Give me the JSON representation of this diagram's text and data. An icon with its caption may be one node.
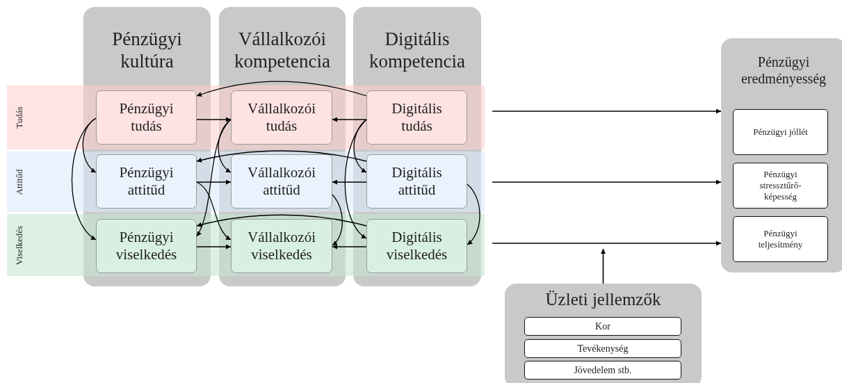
{
  "diagram": {
    "nodes": [
      {
        "text": [
          "Pénzügyi kultúra"
        ]
      },
      {
        "text": [
          "Vállalkozói kompetencia"
        ]
      },
      {
        "text": [
          "Digitális kompetencia"
        ]
      },
      {
        "text": [
          "Pénzügyi eredményesség"
        ]
      },
      {
        "text": [
          "Tudás"
        ]
      },
      {
        "text": [
          "Pénzügyi tudás"
        ],
        "in": 0
      },
      {
        "text": [
          "Vállalkozói tudás"
        ],
        "in": 1
      },
      {
        "text": [
          "Digitális tudás"
        ],
        "in": 2
      },
      {
        "text": [
          "Pénzügyi jóllét"
        ],
        "in": 3
      },
      {
        "text": [
          "Attitűd"
        ]
      },
      {
        "text": [
          "Pénzügyi attitűd"
        ],
        "in": 0
      },
      {
        "text": [
          "Vállalkozói attitűd"
        ],
        "in": 1
      },
      {
        "text": [
          "Digitális attitűd"
        ],
        "in": 2
      },
      {
        "text": [
          "Pénzügyi stressztűrő-képesség"
        ],
        "in": 3
      },
      {
        "text": [
          "Viselkedés"
        ]
      },
      {
        "text": [
          "Pénzügyi viselkedés"
        ],
        "in": 0
      },
      {
        "text": [
          "Vállalkozói viselkedés"
        ],
        "in": 1
      },
      {
        "text": [
          "Digitális viselkedés"
        ],
        "in": 2
      },
      {
        "text": [
          "Pénzügyi teljesítmény"
        ],
        "in": 3
      },
      {
        "text": [
          "Üzleti jellemzők"
        ]
      },
      {
        "text": [
          "Kor"
        ],
        "in": 19
      },
      {
        "text": [
          "Tevékenység"
        ],
        "in": 19
      },
      {
        "text": [
          "Jövedelem stb."
        ],
        "in": 19
      }
    ],
    "edges": [
      {
        "from": 7,
        "to": 5,
        "arrow": "to"
      },
      {
        "from": 5,
        "to": 6,
        "arrow": "to"
      },
      {
        "from": 7,
        "to": 6,
        "arrow": "to"
      },
      {
        "from": 5,
        "to": 10,
        "arrow": "to"
      },
      {
        "from": 5,
        "to": 15,
        "arrow": "to"
      },
      {
        "from": 6,
        "to": 11,
        "arrow": "to"
      },
      {
        "from": 6,
        "to": 15,
        "arrow": "to"
      },
      {
        "from": 7,
        "to": 12,
        "arrow": "to"
      },
      {
        "from": 7,
        "to": 17,
        "arrow": "to"
      },
      {
        "from": 12,
        "to": 10,
        "arrow": "to"
      },
      {
        "from": 10,
        "to": 11,
        "arrow": "to"
      },
      {
        "from": 12,
        "to": 11,
        "arrow": "to"
      },
      {
        "from": 10,
        "to": 16,
        "arrow": "to"
      },
      {
        "from": 11,
        "to": 16,
        "arrow": "to"
      },
      {
        "from": 17,
        "to": 15,
        "arrow": "to"
      },
      {
        "from": 15,
        "to": 16,
        "arrow": "to"
      },
      {
        "from": 17,
        "to": 16,
        "arrow": "to"
      },
      {
        "from": 12,
        "to": 17,
        "arrow": "to"
      },
      {
        "from": null,
        "to": 3,
        "arrow": "to"
      },
      {
        "from": null,
        "to": 3,
        "arrow": "to"
      },
      {
        "from": null,
        "to": 3,
        "arrow": "to"
      },
      {
        "from": 19,
        "to": null,
        "arrow": "to"
      }
    ]
  }
}
